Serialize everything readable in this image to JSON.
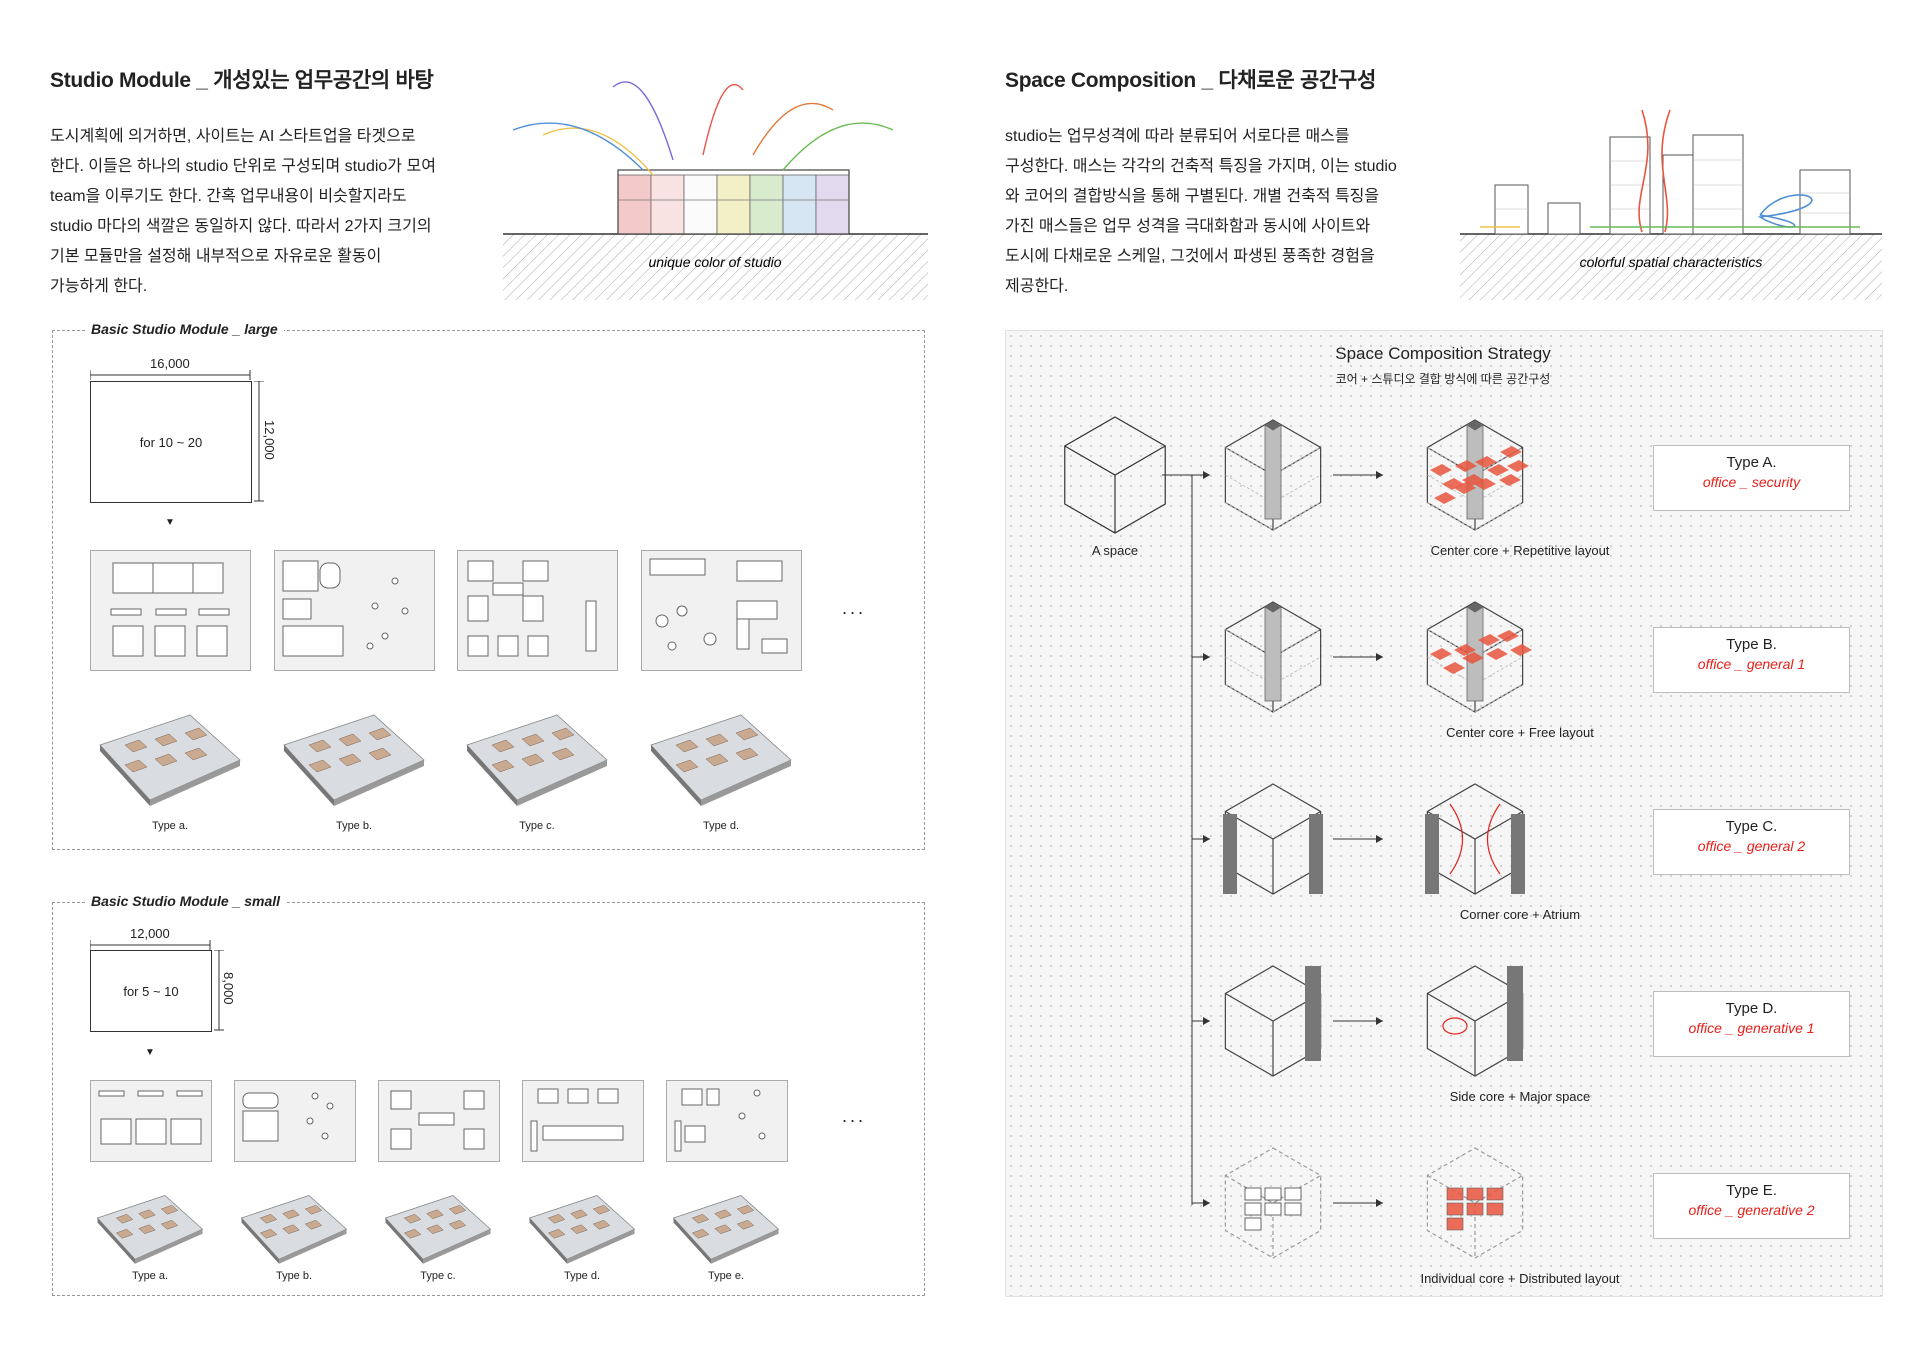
{
  "left": {
    "title": "Studio Module _ 개성있는 업무공간의 바탕",
    "paragraph": [
      "도시계획에 의거하면, 사이트는 AI 스타트업을 타겟으로",
      "한다. 이들은 하나의 studio 단위로 구성되며 studio가 모여",
      "team을 이루기도 한다. 간혹 업무내용이 비슷할지라도",
      "studio 마다의 색깔은 동일하지 않다. 따라서 2가지 크기의",
      "기본 모듈만을 설정해 내부적으로 자유로운 활동이",
      "가능하게 한다."
    ],
    "diagram_label": "unique color of studio",
    "studio_colors": [
      "#f4c9c9",
      "#f8e2e2",
      "#fbfbfb",
      "#f3efc6",
      "#d8eccd",
      "#d7e6f3",
      "#e2d9ee"
    ],
    "arrow_colors": [
      "#f1c24a",
      "#7a6ad8",
      "#e8554a",
      "#e07a3a",
      "#6aba55",
      "#4f8fd6"
    ],
    "large": {
      "header": "Basic Studio Module _ large",
      "width_dim": "16,000",
      "height_dim": "12,000",
      "label": "for 10 ~ 20",
      "types": [
        "Type a.",
        "Type b.",
        "Type c.",
        "Type d."
      ],
      "ellipsis": "..."
    },
    "small": {
      "header": "Basic Studio Module _ small",
      "width_dim": "12,000",
      "height_dim": "8,000",
      "label": "for 5 ~ 10",
      "types": [
        "Type a.",
        "Type b.",
        "Type c.",
        "Type d.",
        "Type e."
      ],
      "ellipsis": "..."
    }
  },
  "right": {
    "title": "Space Composition _ 다채로운 공간구성",
    "paragraph": [
      "studio는 업무성격에 따라 분류되어 서로다른 매스를",
      "구성한다. 매스는 각각의 건축적 특징을 가지며, 이는 studio",
      "와 코어의 결합방식을 통해 구별된다. 개별 건축적 특징을",
      "가진 매스들은 업무 성격을 극대화함과 동시에 사이트와",
      "도시에 다채로운 스케일, 그것에서 파생된 풍족한 경험을",
      "제공한다."
    ],
    "diagram_label": "colorful spatial characteristics",
    "strategy": {
      "title": "Space Composition Strategy",
      "subtitle": "코어 + 스튜디오 결합 방식에 따른 공간구성",
      "source_label": "A space",
      "rows": [
        {
          "caption": "Center core + Repetitive layout",
          "type": "Type A.",
          "sub": "office _ security"
        },
        {
          "caption": "Center core + Free layout",
          "type": "Type B.",
          "sub": "office _ general 1"
        },
        {
          "caption": "Corner core + Atrium",
          "type": "Type C.",
          "sub": "office _ general 2"
        },
        {
          "caption": "Side core + Major space",
          "type": "Type D.",
          "sub": "office _ generative 1"
        },
        {
          "caption": "Individual core + Distributed layout",
          "type": "Type E.",
          "sub": "office _ generative 2"
        }
      ]
    }
  },
  "colors": {
    "accent_red": "#e8201a",
    "highlight_orange": "#e8553e"
  }
}
